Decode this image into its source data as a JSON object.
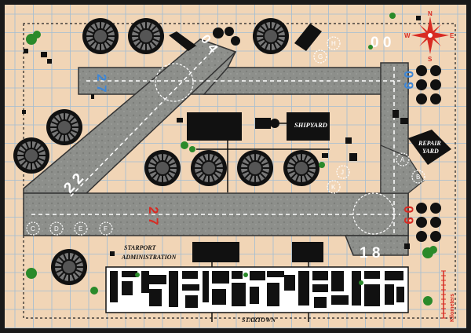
{
  "runways": {
    "r00": "0 0",
    "r04": "0 4",
    "r09top": "0 9",
    "r27top": "2 7",
    "r22": "2 2",
    "r27bottom": "2 7",
    "r09bottom": "0 9",
    "r18": "1 8"
  },
  "buildings": {
    "shipyard": "SHIPYARD",
    "repair1": "REPAIR",
    "repair2": "YARD",
    "admin1": "STARPORT",
    "admin2": "ADMINISTRATION",
    "startown": "STARTOWN"
  },
  "pads": {
    "A": "A",
    "B": "B",
    "C": "C",
    "D": "D",
    "E": "E",
    "F": "F",
    "G": "G",
    "H": "H",
    "J": "J",
    "K": "K"
  },
  "compass": {
    "N": "N",
    "E": "E",
    "S": "S",
    "W": "W"
  },
  "scale": {
    "label": "Kilometers"
  },
  "colors": {
    "ground": "#f1d5b6",
    "runway": "#8a8c88",
    "grid": "#6fa8dc",
    "blue_label": "#3d86d6",
    "red_label": "#d82b23",
    "tree": "#2a8a2a"
  }
}
